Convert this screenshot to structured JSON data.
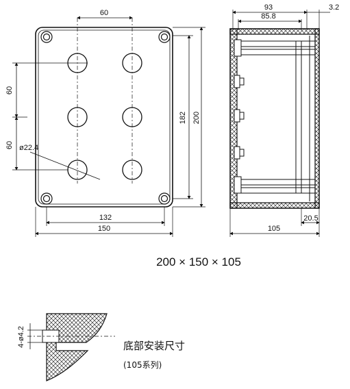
{
  "front_view": {
    "dim_hole_spacing_h": "60",
    "dim_hole_spacing_v1": "60",
    "dim_hole_spacing_v2": "60",
    "dim_hole_diameter": "ø22.4",
    "dim_height_inner": "182",
    "dim_height_outer": "200",
    "dim_width_inner": "132",
    "dim_width_outer": "150"
  },
  "side_view": {
    "dim_top_outer": "93",
    "dim_top_inner": "85.8",
    "dim_top_wall": "3.2",
    "dim_bottom_step": "20.5",
    "dim_depth": "105"
  },
  "caption": "200 × 150 × 105",
  "mounting_detail": {
    "dim_holes": "4-ø4.2",
    "title": "底部安装尺寸",
    "subtitle": "(105系列)"
  }
}
